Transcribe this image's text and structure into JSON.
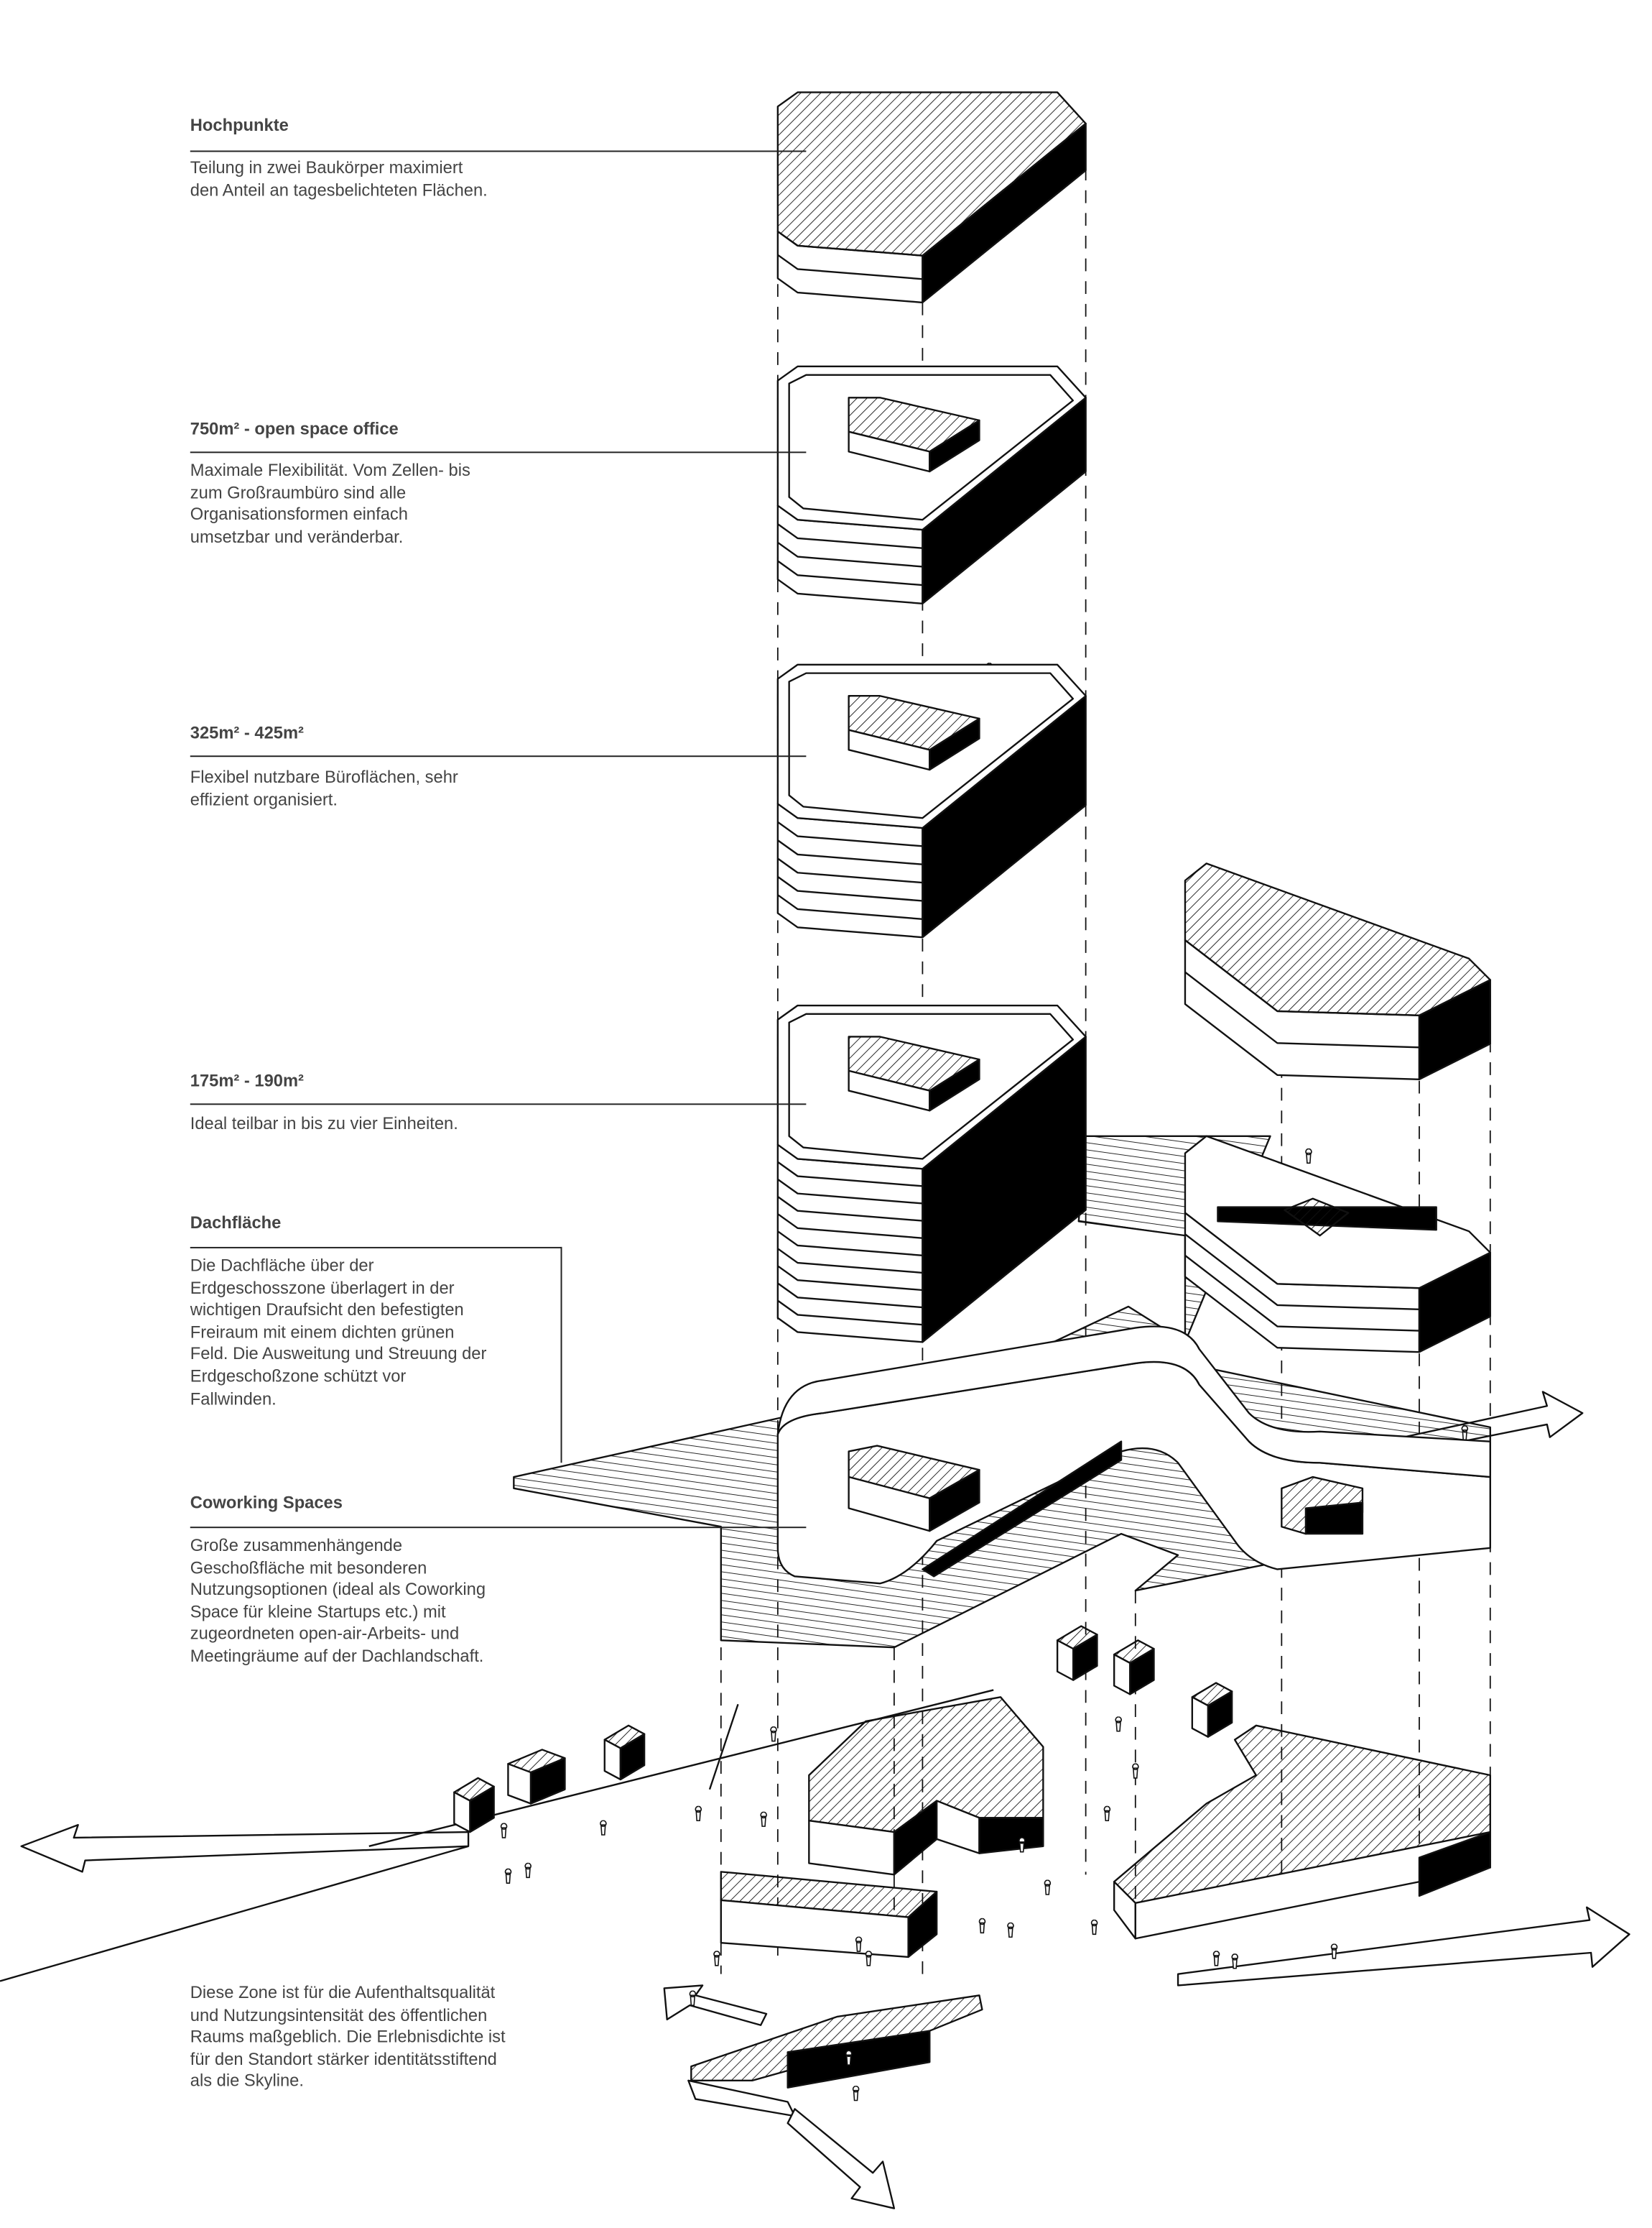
{
  "sections": [
    {
      "heading": "Hochpunkte",
      "lines": [
        "Teilung in zwei Baukörper maximiert",
        "den Anteil an tagesbelichteten Flächen."
      ]
    },
    {
      "heading": "750m² - open space office",
      "lines": [
        "Maximale Flexibilität. Vom Zellen- bis",
        "zum Großraumbüro sind alle",
        "Organisationsformen einfach",
        "umsetzbar und veränderbar."
      ]
    },
    {
      "heading": "325m² - 425m²",
      "lines": [
        "Flexibel nutzbare Büroflächen, sehr",
        "effizient organisiert."
      ]
    },
    {
      "heading": "175m² - 190m²",
      "lines": [
        "Ideal teilbar in bis zu vier Einheiten."
      ]
    },
    {
      "heading": "Dachfläche",
      "lines": [
        "Die Dachfläche über der",
        "Erdgeschosszone überlagert in der",
        "wichtigen Draufsicht den befestigten",
        "Freiraum mit einem dichten grünen",
        "Feld. Die Ausweitung und Streuung der",
        "Erdgeschoßzone schützt vor",
        "Fallwinden."
      ]
    },
    {
      "heading": "Coworking Spaces",
      "lines": [
        "Große zusammenhängende",
        "Geschoßfläche mit besonderen",
        "Nutzungsoptionen (ideal als Coworking",
        "Space für kleine Startups etc.) mit",
        "zugeordneten open-air-Arbeits- und",
        "Meetingräume auf der Dachlandschaft."
      ]
    },
    {
      "heading": "",
      "lines": [
        "Diese Zone ist für die Aufenthaltsqualität",
        "und Nutzungsintensität des öffentlichen",
        "Raums maßgeblich. Die Erlebnisdichte ist",
        "für den Standort stärker identitätsstiftend",
        "als die Skyline."
      ]
    }
  ],
  "colors": {
    "text": "#444444",
    "line": "#111111",
    "fill": "#000000"
  }
}
